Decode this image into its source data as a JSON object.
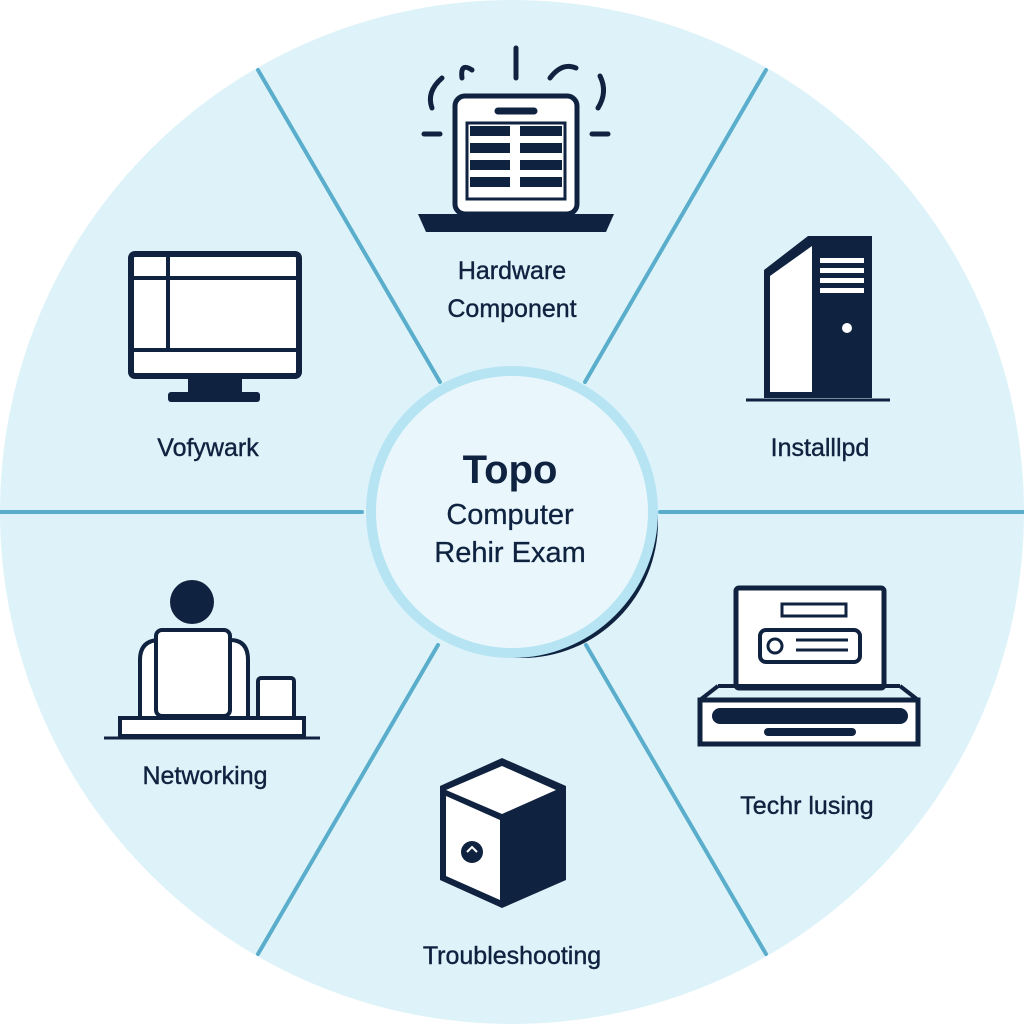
{
  "center": {
    "title": "Topo",
    "lines": [
      "Computer",
      "Rehir Exam"
    ]
  },
  "segments": [
    {
      "id": "hardware",
      "label_lines": [
        "Hardware",
        "Component"
      ],
      "icon": "laptop-icon"
    },
    {
      "id": "installed",
      "label_lines": [
        "Installlpd"
      ],
      "icon": "server-tower-icon"
    },
    {
      "id": "techr",
      "label_lines": [
        "Techr lusing"
      ],
      "icon": "network-device-icon"
    },
    {
      "id": "troubleshooting",
      "label_lines": [
        "Troubleshooting"
      ],
      "icon": "box-icon"
    },
    {
      "id": "networking",
      "label_lines": [
        "Networking"
      ],
      "icon": "person-at-desk-icon"
    },
    {
      "id": "vofywark",
      "label_lines": [
        "Vofywark"
      ],
      "icon": "monitor-icon"
    }
  ],
  "colors": {
    "wheel_fill": "#ddf3f9",
    "divider": "#5aaecb",
    "ink": "#0f2340",
    "center_fill": "#e6f6fb",
    "center_ring": "#b6e4f3"
  }
}
